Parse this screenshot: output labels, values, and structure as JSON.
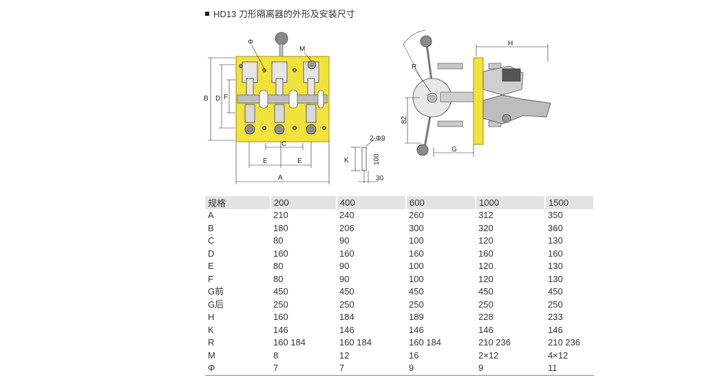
{
  "title": "HD13 刀形隔离器的外形及安装尺寸",
  "drawing_labels": {
    "phi": "Φ",
    "m": "M",
    "b": "B",
    "d": "D",
    "f": "F",
    "c": "C",
    "e1": "E",
    "e2": "E",
    "a": "A",
    "r": "R",
    "h": "H",
    "g": "G",
    "n82": "82",
    "hole": "2-Φ9",
    "k": "K",
    "n100": "100",
    "n30": "30"
  },
  "table": {
    "headers": [
      "规格",
      "200",
      "400",
      "600",
      "1000",
      "1500"
    ],
    "rows": [
      [
        "A",
        "210",
        "240",
        "260",
        "312",
        "350"
      ],
      [
        "B",
        "180",
        "206",
        "300",
        "320",
        "360"
      ],
      [
        "C",
        "80",
        "90",
        "100",
        "120",
        "130"
      ],
      [
        "D",
        "160",
        "160",
        "160",
        "160",
        "160"
      ],
      [
        "E",
        "80",
        "90",
        "100",
        "120",
        "130"
      ],
      [
        "F",
        "80",
        "90",
        "100",
        "120",
        "130"
      ],
      [
        "G前",
        "450",
        "450",
        "450",
        "450",
        "450"
      ],
      [
        "G后",
        "250",
        "250",
        "250",
        "250",
        "250"
      ],
      [
        "H",
        "160",
        "184",
        "189",
        "228",
        "233"
      ],
      [
        "K",
        "146",
        "146",
        "146",
        "146",
        "146"
      ],
      [
        "R",
        "160 184",
        "160 184",
        "160 184",
        "210 236",
        "210 236"
      ],
      [
        "M",
        "8",
        "12",
        "16",
        "2×12",
        "4×12"
      ],
      [
        "Φ",
        "7",
        "7",
        "9",
        "9",
        "11"
      ]
    ]
  },
  "colors": {
    "base": "#f2e23c",
    "base_edge": "#c8b620",
    "metal": "#cfcfcf",
    "header_bg": "#e3e3e3"
  }
}
